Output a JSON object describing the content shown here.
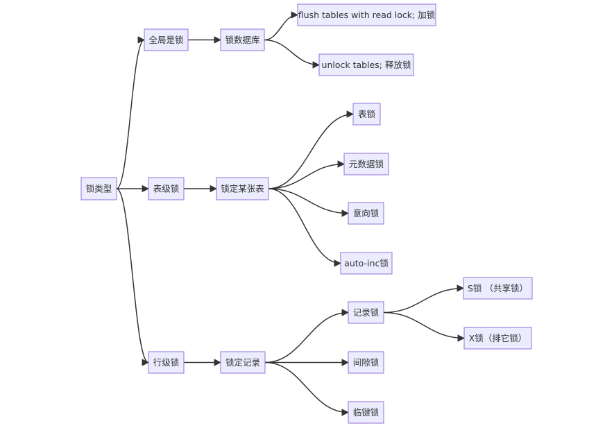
{
  "diagram": {
    "type": "flowchart-lr",
    "colors": {
      "node_fill": "#ececff",
      "node_stroke": "#9370db",
      "edge": "#333333",
      "text": "#333333"
    },
    "nodes": [
      {
        "id": "root",
        "label": "锁类型"
      },
      {
        "id": "global",
        "label": "全局是锁"
      },
      {
        "id": "lockdb",
        "label": "锁数据库"
      },
      {
        "id": "flush",
        "label": "flush tables with read lock; 加锁"
      },
      {
        "id": "unlock",
        "label": "unlock tables; 释放锁"
      },
      {
        "id": "tablelevel",
        "label": "表级锁"
      },
      {
        "id": "locktable",
        "label": "锁定某张表"
      },
      {
        "id": "tablelock",
        "label": "表锁"
      },
      {
        "id": "mdl",
        "label": "元数据锁"
      },
      {
        "id": "intent",
        "label": "意向锁"
      },
      {
        "id": "autoinc",
        "label": "auto-inc锁"
      },
      {
        "id": "rowlevel",
        "label": "行级锁"
      },
      {
        "id": "lockrecord",
        "label": "锁定记录"
      },
      {
        "id": "recordlock",
        "label": "记录锁"
      },
      {
        "id": "slock",
        "label": "S锁 （共享锁）"
      },
      {
        "id": "xlock",
        "label": "X锁（排它锁）"
      },
      {
        "id": "gaplock",
        "label": "间隙锁"
      },
      {
        "id": "nextkey",
        "label": "临键锁"
      }
    ],
    "edges": [
      {
        "from": "root",
        "to": "global"
      },
      {
        "from": "global",
        "to": "lockdb"
      },
      {
        "from": "lockdb",
        "to": "flush"
      },
      {
        "from": "lockdb",
        "to": "unlock"
      },
      {
        "from": "root",
        "to": "tablelevel"
      },
      {
        "from": "tablelevel",
        "to": "locktable"
      },
      {
        "from": "locktable",
        "to": "tablelock"
      },
      {
        "from": "locktable",
        "to": "mdl"
      },
      {
        "from": "locktable",
        "to": "intent"
      },
      {
        "from": "locktable",
        "to": "autoinc"
      },
      {
        "from": "root",
        "to": "rowlevel"
      },
      {
        "from": "rowlevel",
        "to": "lockrecord"
      },
      {
        "from": "lockrecord",
        "to": "recordlock"
      },
      {
        "from": "recordlock",
        "to": "slock"
      },
      {
        "from": "recordlock",
        "to": "xlock"
      },
      {
        "from": "lockrecord",
        "to": "gaplock"
      },
      {
        "from": "lockrecord",
        "to": "nextkey"
      }
    ]
  }
}
